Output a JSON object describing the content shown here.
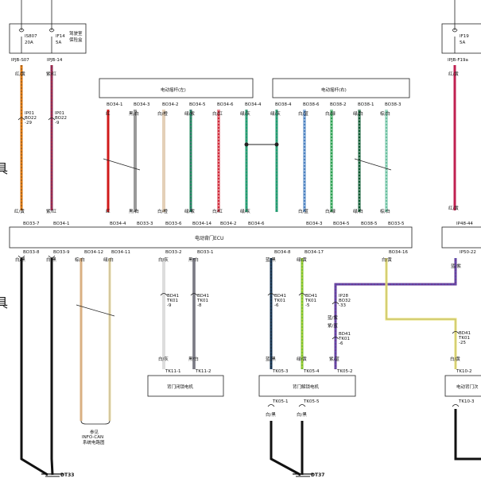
{
  "fuses": [
    {
      "id": "f1",
      "name": "IS807",
      "rating": "20A"
    },
    {
      "id": "f2",
      "name": "IF14",
      "rating": "5A"
    },
    {
      "id": "f3",
      "name": "IF19",
      "rating": "5A"
    }
  ],
  "fuse_box_label_line1": "驾驶室",
  "fuse_box_label_line2": "保险盒",
  "fuse_pins": {
    "p1": "IPJB-S07",
    "p2": "IPJB-14",
    "p3": "IPJB-F19a"
  },
  "switch_left": "电动摇杆(左)",
  "switch_right": "电动摇杆(右)",
  "ecu_label": "电动背门ECU",
  "module_lock": "背门闭锁电机",
  "module_release": "背门解锁电机",
  "module_right": "电动背门次",
  "can_ref_line1": "参见",
  "can_ref_line2": "INFO-CAN",
  "can_ref_line3": "系统电路图",
  "grounds": {
    "g1": "DT33",
    "g2": "DT37"
  },
  "wires": {
    "red_yellow": "红/黄",
    "purple_red": "紫/红",
    "red": "红",
    "black_white": "黑/白",
    "white_orange": "白/橙",
    "green_purple": "绿/紫",
    "white_red": "白/红",
    "green_gray": "绿/灰",
    "green_black": "绿/灰",
    "white_blue": "白/蓝",
    "white_green": "白/绿",
    "green_white": "绿/白",
    "brown_white": "棕/白",
    "white_gray": "白/灰",
    "blue_black": "蓝/黑",
    "green_yellow": "绿/黄",
    "blue_purple": "蓝/紫",
    "purple_blue": "紫/蓝",
    "white_yellow": "白/黄",
    "white_black": "白/黑"
  },
  "connectors": {
    "ip01a": "IP01",
    "ip01a2": "BO22",
    "ip01a3": "-29",
    "ip01b": "IP01",
    "ip01b2": "BO22",
    "ip01b3": "-9",
    "bd41a": "BD41",
    "bd41a2": "TK01",
    "bd41a3": "-9",
    "bd41b": "BD41",
    "bd41b2": "TK01",
    "bd41b3": "-8",
    "bd41c": "BD41",
    "bd41c2": "TK01",
    "bd41c3": "-6",
    "bd41d": "BD41",
    "bd41d2": "TK01",
    "bd41d3": "-5",
    "ip28": "IP28",
    "ip282": "BO32",
    "ip283": "-33",
    "bd41e": "BD41",
    "bd41e2": "TK01",
    "bd41e3": "-6",
    "bd41f": "BD41",
    "bd41f2": "TK01",
    "bd41f3": "-25"
  },
  "pins": {
    "sl1": "BO34-1",
    "sl2": "BO34-3",
    "sl3": "BO34-2",
    "sl4": "BO34-5",
    "sl5": "BO34-6",
    "sl6": "BO34-4",
    "sr1": "BO38-4",
    "sr2": "BO38-6",
    "sr3": "BO38-2",
    "sr4": "BO38-1",
    "sr5": "BO38-3",
    "e1": "BO33-7",
    "e2": "BO34-1",
    "e3": "BO34-4",
    "e4": "BO33-3",
    "e5": "BO33-6",
    "e6": "BO34-14",
    "e7": "BO34-2",
    "e8": "BO34-6",
    "e9": "BO34-3",
    "e10": "BO34-5",
    "e11": "BO38-5",
    "e12": "BO33-5",
    "e13": "IP48-44",
    "b1": "BO33-8",
    "b2": "BO33-9",
    "b3": "BO34-12",
    "b4": "BO34-11",
    "b5": "BO33-2",
    "b6": "BO33-1",
    "b7": "BO34-8",
    "b8": "BO34-17",
    "b9": "BO34-16",
    "b10": "IP50-22",
    "m1": "TK11-1",
    "m2": "TK11-2",
    "m3": "TK05-3",
    "m4": "TK05-4",
    "m5": "TK05-2",
    "m6": "TK10-2",
    "n1": "TK05-1",
    "n2": "TK05-5",
    "n3": "TK10-3"
  },
  "side_chars": {
    "c1": "具",
    "c2": "具"
  }
}
